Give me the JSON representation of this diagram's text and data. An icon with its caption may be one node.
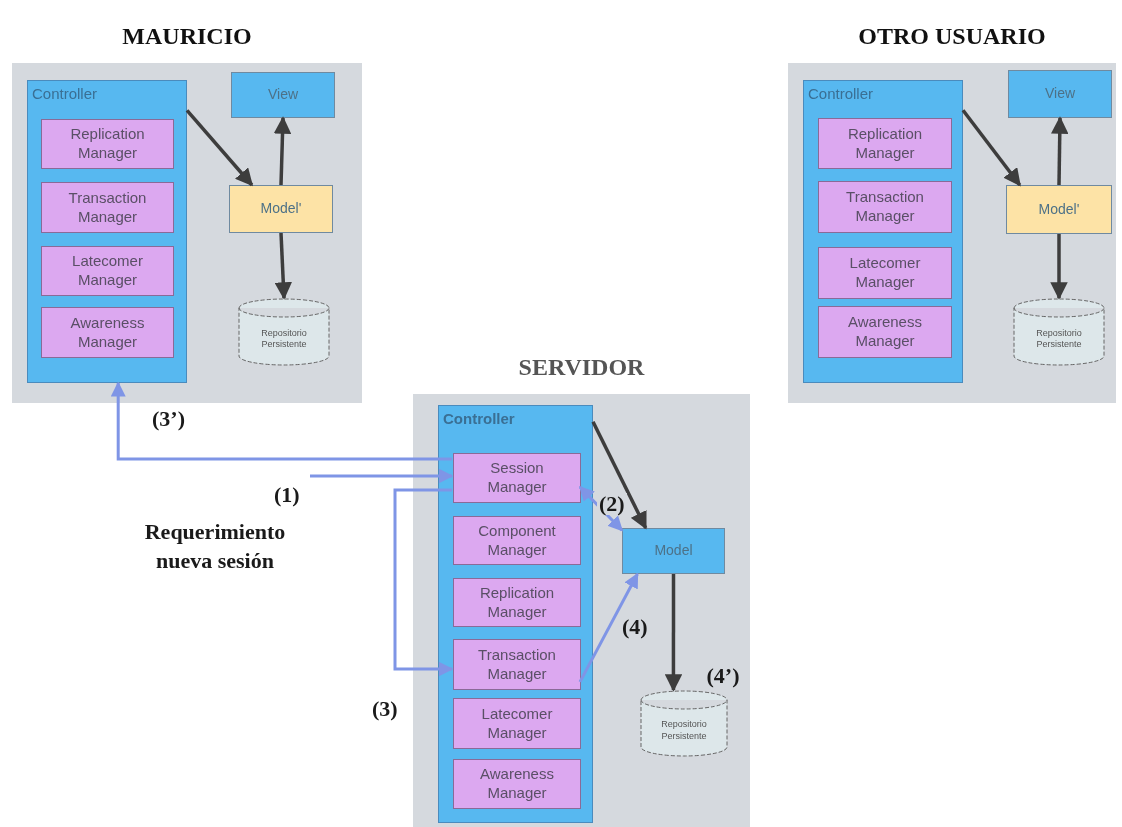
{
  "diagram": {
    "nodes": [
      {
        "text": [
          "MAURICIO"
        ]
      },
      {
        "text": [
          "Controller"
        ],
        "in": 0
      },
      {
        "text": [
          "Replication Manager"
        ],
        "in": 1
      },
      {
        "text": [
          "Transaction Manager"
        ],
        "in": 1
      },
      {
        "text": [
          "Latecomer Manager"
        ],
        "in": 1
      },
      {
        "text": [
          "Awareness Manager"
        ],
        "in": 1
      },
      {
        "text": [
          "View"
        ],
        "in": 0
      },
      {
        "text": [
          "Model'"
        ],
        "in": 0
      },
      {
        "text": [
          "Repositorio Persistente"
        ],
        "in": 0
      },
      {
        "text": [
          "OTRO USUARIO"
        ]
      },
      {
        "text": [
          "Controller"
        ],
        "in": 9
      },
      {
        "text": [
          "Replication Manager"
        ],
        "in": 10
      },
      {
        "text": [
          "Transaction Manager"
        ],
        "in": 10
      },
      {
        "text": [
          "Latecomer Manager"
        ],
        "in": 10
      },
      {
        "text": [
          "Awareness Manager"
        ],
        "in": 10
      },
      {
        "text": [
          "View"
        ],
        "in": 9
      },
      {
        "text": [
          "Model'"
        ],
        "in": 9
      },
      {
        "text": [
          "Repositorio Persistente"
        ],
        "in": 9
      },
      {
        "text": [
          "SERVIDOR"
        ]
      },
      {
        "text": [
          "Controller"
        ],
        "in": 18
      },
      {
        "text": [
          "Session Manager"
        ],
        "in": 19
      },
      {
        "text": [
          "Component Manager"
        ],
        "in": 19
      },
      {
        "text": [
          "Replication Manager"
        ],
        "in": 19
      },
      {
        "text": [
          "Transaction Manager"
        ],
        "in": 19
      },
      {
        "text": [
          "Latecomer Manager"
        ],
        "in": 19
      },
      {
        "text": [
          "Awareness Manager"
        ],
        "in": 19
      },
      {
        "text": [
          "Model"
        ],
        "in": 18
      },
      {
        "text": [
          "Repositorio Persistente"
        ],
        "in": 18
      }
    ],
    "edges": [
      {
        "from": 1,
        "to": 7,
        "arrow": "to"
      },
      {
        "from": 7,
        "to": 6,
        "arrow": "to"
      },
      {
        "from": 7,
        "to": 8,
        "arrow": "to"
      },
      {
        "from": 10,
        "to": 16,
        "arrow": "to"
      },
      {
        "from": 16,
        "to": 15,
        "arrow": "to"
      },
      {
        "from": 16,
        "to": 17,
        "arrow": "to"
      },
      {
        "from": 19,
        "to": 26,
        "arrow": "to"
      },
      {
        "from": 20,
        "to": 26,
        "arrow": "both",
        "label": "(2)",
        "color": "#7f95e6"
      },
      {
        "from": 20,
        "to": 1,
        "arrow": "to",
        "label": "(3’)",
        "color": "#7f95e6"
      },
      {
        "from": null,
        "to": 20,
        "arrow": "to",
        "label": "(1)",
        "color": "#7f95e6"
      },
      {
        "from": 20,
        "to": 23,
        "arrow": "to",
        "label": "(3)",
        "color": "#7f95e6"
      },
      {
        "from": 23,
        "to": 26,
        "arrow": "to",
        "color": "#7f95e6"
      },
      {
        "from": 26,
        "to": 27,
        "arrow": "to",
        "label": "(4)"
      }
    ],
    "labels": [
      "Requerimiento nueva sesión",
      "(4’)"
    ]
  }
}
